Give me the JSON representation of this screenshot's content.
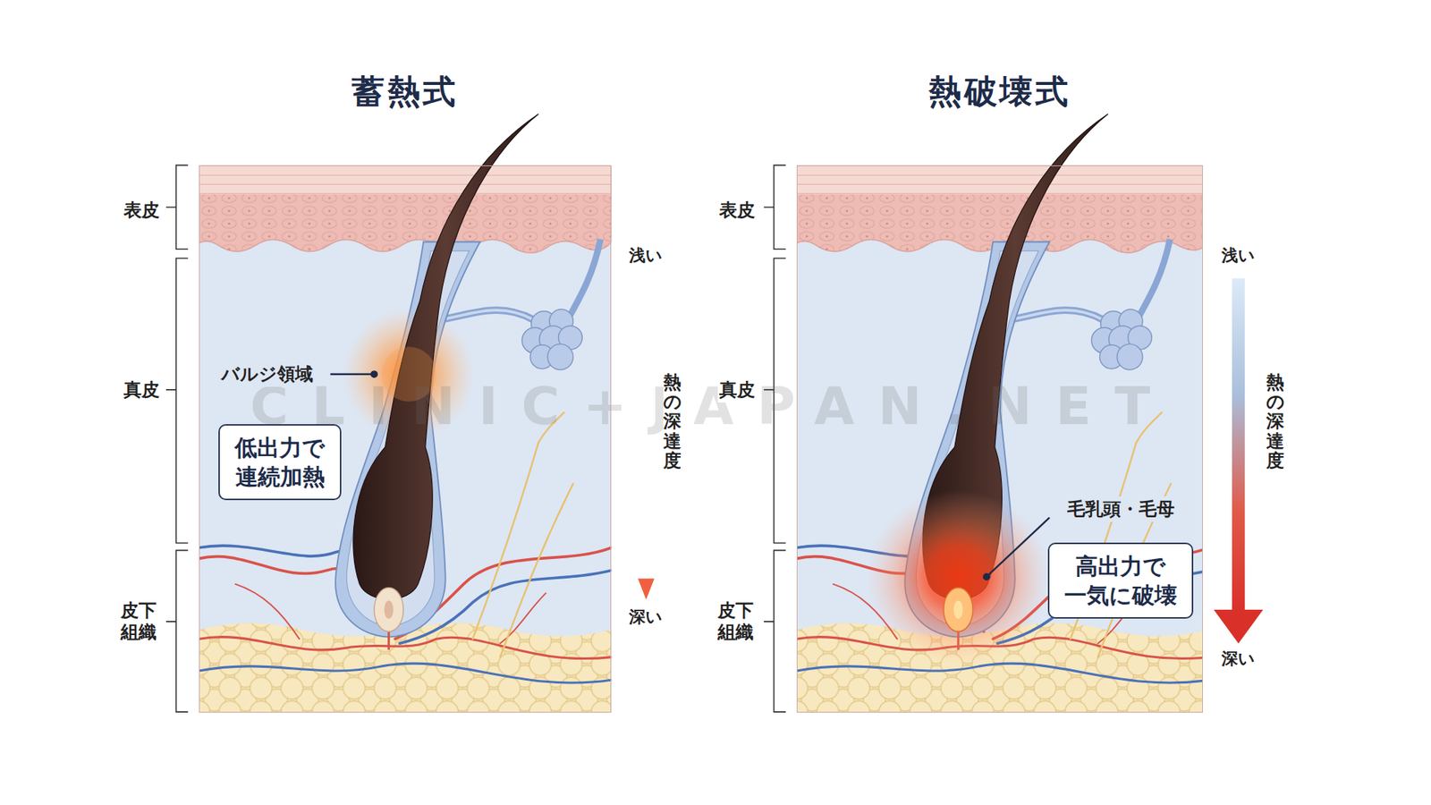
{
  "diagram": {
    "nodes": [
      {
        "text": [
          "蓄熱式"
        ]
      },
      {
        "text": [
          "低出力で 連続加熱"
        ],
        "in": 0
      },
      {
        "text": [
          "熱破壊式"
        ]
      },
      {
        "text": [
          "高出力で 一気に破壊"
        ],
        "in": 2
      }
    ],
    "labels": [
      "CLINIC+JAPAN.NET",
      "表皮",
      "真皮",
      "皮下 組織",
      "浅い",
      "熱の深達度",
      "深い",
      "バルジ領域",
      "表皮",
      "真皮",
      "皮下 組織",
      "浅い",
      "熱の深達度",
      "深い",
      "毛乳頭・毛母"
    ]
  }
}
